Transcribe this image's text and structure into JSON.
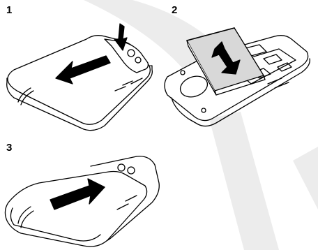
{
  "steps": [
    {
      "number": "1"
    },
    {
      "number": "2"
    },
    {
      "number": "3"
    }
  ],
  "colors": {
    "outline": "#000000",
    "watermark": "#e6e6e6",
    "fill": "#ffffff",
    "shade": "#d8d8d8",
    "arrow": "#000000"
  }
}
